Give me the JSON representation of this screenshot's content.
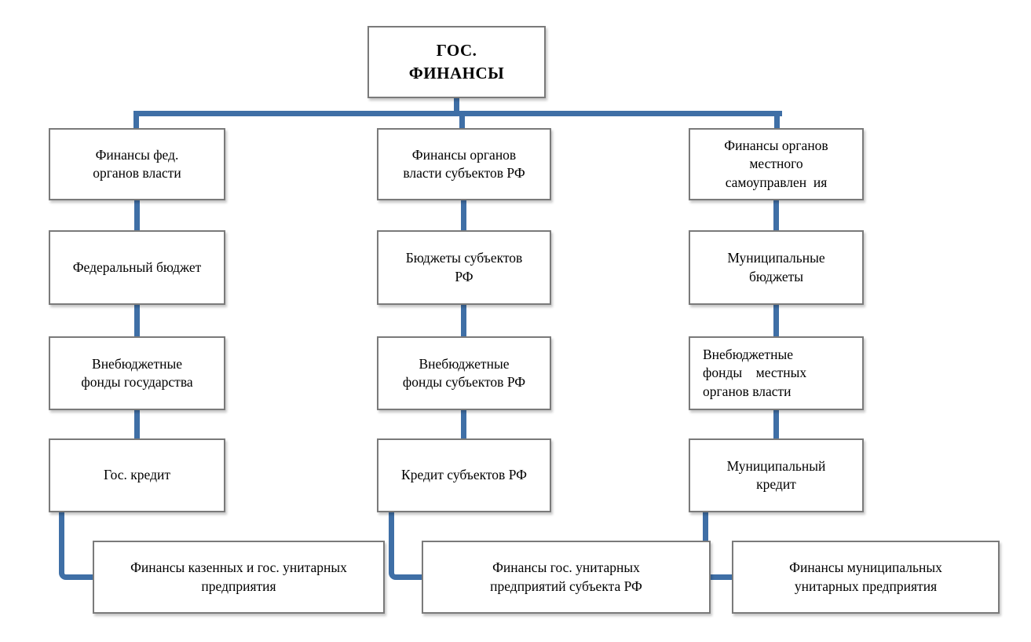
{
  "diagram": {
    "root": {
      "text": "ГОС.\nФИНАНСЫ"
    },
    "columns": [
      {
        "nodes": [
          {
            "text": "Финансы фед.\nорганов власти"
          },
          {
            "text": "Федеральный бюджет"
          },
          {
            "text": "Внебюджетные\nфонды государства"
          },
          {
            "text": "Гос. кредит"
          },
          {
            "text": "Финансы казенных и гос. унитарных\nпредприятия"
          }
        ]
      },
      {
        "nodes": [
          {
            "text": "Финансы органов\nвласти субъектов РФ"
          },
          {
            "text": "Бюджеты субъектов\nРФ"
          },
          {
            "text": "Внебюджетные\nфонды субъектов РФ"
          },
          {
            "text": "Кредит субъектов РФ"
          },
          {
            "text": "Финансы гос. унитарных\nпредприятий субъекта РФ"
          }
        ]
      },
      {
        "nodes": [
          {
            "text": "Финансы органов\nместного\nсамоуправлен  ия"
          },
          {
            "text": "Муниципальные\nбюджеты"
          },
          {
            "text": "Внебюджетные\nфонды    местных\nорганов власти"
          },
          {
            "text": "Муниципальный\nкредит"
          },
          {
            "text": "Финансы муниципальных\nунитарных предприятия"
          }
        ]
      }
    ],
    "colors": {
      "connector": "#3f6fa6",
      "box_border": "#7a7a7a",
      "box_background": "#ffffff",
      "text": "#000000"
    }
  }
}
